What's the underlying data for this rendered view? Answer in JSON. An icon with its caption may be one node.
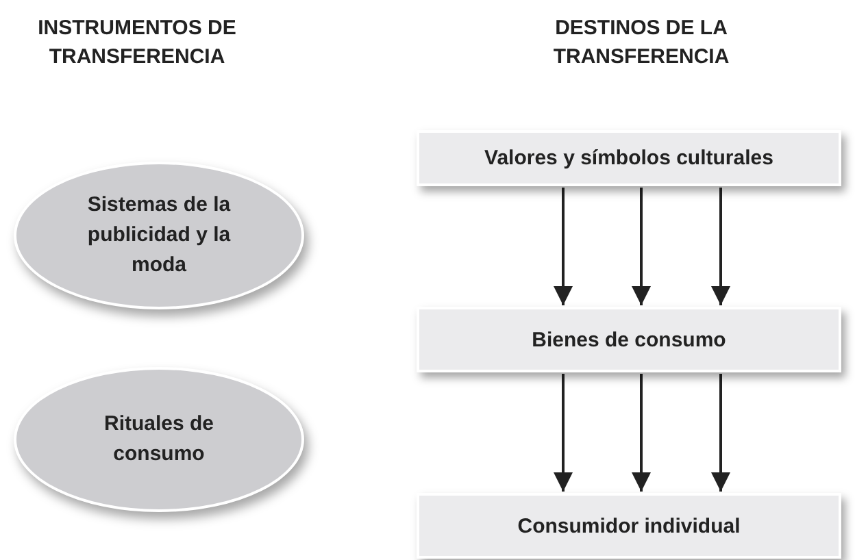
{
  "diagram": {
    "nodes": [
      {
        "text": [
          "Valores y símbolos culturales"
        ]
      },
      {
        "text": [
          "Sistemas de la publicidad y la moda"
        ]
      },
      {
        "text": [
          "Bienes de consumo"
        ]
      },
      {
        "text": [
          "Rituales de consumo"
        ]
      },
      {
        "text": [
          "Consumidor individual"
        ]
      }
    ],
    "edges": [
      {
        "from": 0,
        "to": 2,
        "arrow": "to"
      },
      {
        "from": 0,
        "to": 2,
        "arrow": "to"
      },
      {
        "from": 0,
        "to": 2,
        "arrow": "to"
      },
      {
        "from": 2,
        "to": 4,
        "arrow": "to"
      },
      {
        "from": 2,
        "to": 4,
        "arrow": "to"
      },
      {
        "from": 2,
        "to": 4,
        "arrow": "to"
      }
    ],
    "labels": [
      "INSTRUMENTOS DE TRANSFERENCIA",
      "DESTINOS DE LA TRANSFERENCIA"
    ]
  }
}
